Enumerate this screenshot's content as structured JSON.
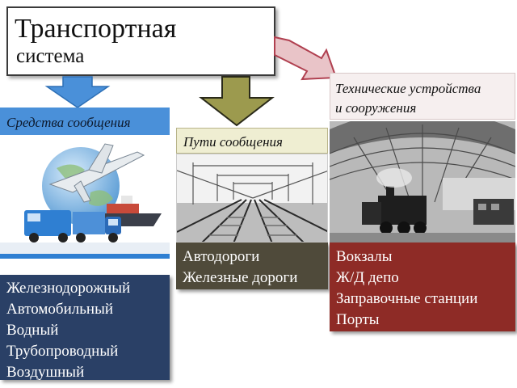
{
  "title": {
    "main": "Транспортная",
    "sub": "система"
  },
  "columns": {
    "left": {
      "header": "Средства сообщения",
      "items": [
        "Железнодорожный",
        "Автомобильный",
        "Водный",
        "Трубопроводный",
        "Воздушный"
      ],
      "color": "#4a90d9",
      "list_color": "#2a4066"
    },
    "middle": {
      "header": "Пути сообщения",
      "items": [
        "Автодороги",
        "Железные дороги"
      ],
      "color": "#efeed2",
      "list_color": "#4f4a3a"
    },
    "right": {
      "header_line1": "Технические устройства",
      "header_line2": "и сооружения",
      "items": [
        "Вокзалы",
        "Ж/Д депо",
        "Заправочные станции",
        "Порты"
      ],
      "color": "#f6efef",
      "list_color": "#8e2b26"
    }
  }
}
